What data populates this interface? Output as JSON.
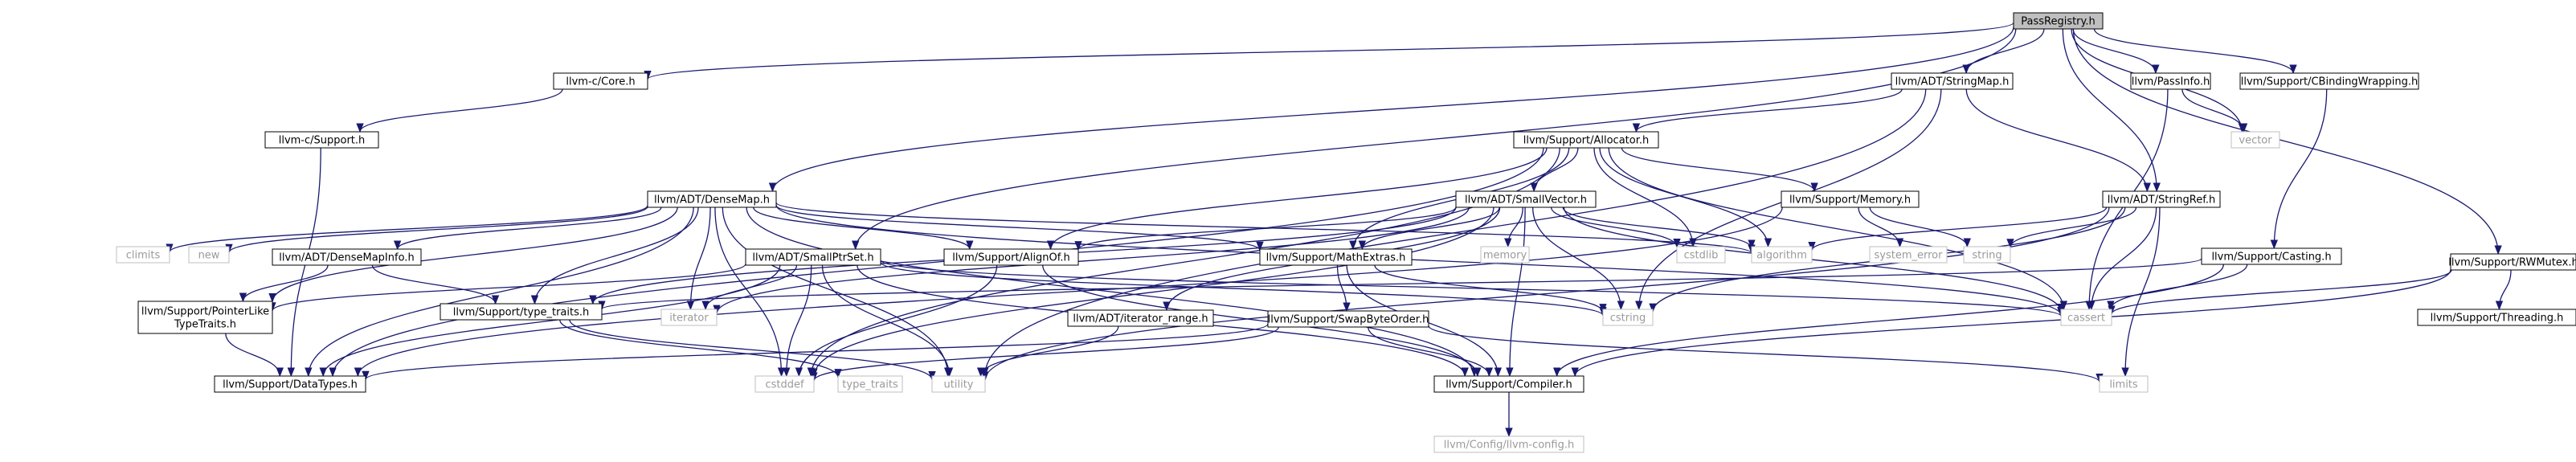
{
  "colors": {
    "edge": "#191970",
    "root_fill": "#bfbfbf",
    "box_border": "#000000",
    "sys_border": "#bfbfbf",
    "sys_text": "#9a9a9a"
  },
  "nodes": [
    {
      "id": "root",
      "label": "PassRegistry.h",
      "kind": "root"
    },
    {
      "id": "cCore",
      "label": "llvm-c/Core.h",
      "kind": "file"
    },
    {
      "id": "cSupport",
      "label": "llvm-c/Support.h",
      "kind": "file"
    },
    {
      "id": "denseMap",
      "label": "llvm/ADT/DenseMap.h",
      "kind": "file"
    },
    {
      "id": "stringMap",
      "label": "llvm/ADT/StringMap.h",
      "kind": "file"
    },
    {
      "id": "allocator",
      "label": "llvm/Support/Allocator.h",
      "kind": "file"
    },
    {
      "id": "passInfo",
      "label": "llvm/PassInfo.h",
      "kind": "file"
    },
    {
      "id": "cbinding",
      "label": "llvm/Support/CBindingWrapping.h",
      "kind": "file"
    },
    {
      "id": "vector",
      "label": "vector",
      "kind": "sys"
    },
    {
      "id": "smallVector",
      "label": "llvm/ADT/SmallVector.h",
      "kind": "file"
    },
    {
      "id": "memory",
      "label": "llvm/Support/Memory.h",
      "kind": "file"
    },
    {
      "id": "stringRef",
      "label": "llvm/ADT/StringRef.h",
      "kind": "file"
    },
    {
      "id": "rwMutex",
      "label": "llvm/Support/RWMutex.h",
      "kind": "file"
    },
    {
      "id": "climits",
      "label": "climits",
      "kind": "sys"
    },
    {
      "id": "new",
      "label": "new",
      "kind": "sys"
    },
    {
      "id": "denseMapInfo",
      "label": "llvm/ADT/DenseMapInfo.h",
      "kind": "file"
    },
    {
      "id": "smallPtrSet",
      "label": "llvm/ADT/SmallPtrSet.h",
      "kind": "file"
    },
    {
      "id": "alignOf",
      "label": "llvm/Support/AlignOf.h",
      "kind": "file"
    },
    {
      "id": "mathExtras",
      "label": "llvm/Support/MathExtras.h",
      "kind": "file"
    },
    {
      "id": "memoryHdr",
      "label": "memory",
      "kind": "sys"
    },
    {
      "id": "cstdlib",
      "label": "cstdlib",
      "kind": "sys"
    },
    {
      "id": "algorithm",
      "label": "algorithm",
      "kind": "sys"
    },
    {
      "id": "systemError",
      "label": "system_error",
      "kind": "sys"
    },
    {
      "id": "string",
      "label": "string",
      "kind": "sys"
    },
    {
      "id": "casting",
      "label": "llvm/Support/Casting.h",
      "kind": "file"
    },
    {
      "id": "pointerLike",
      "label": "llvm/Support/PointerLike\nTypeTraits.h",
      "kind": "file"
    },
    {
      "id": "typeTraitsH",
      "label": "llvm/Support/type_traits.h",
      "kind": "file"
    },
    {
      "id": "iterator",
      "label": "iterator",
      "kind": "sys"
    },
    {
      "id": "iteratorRange",
      "label": "llvm/ADT/iterator_range.h",
      "kind": "file"
    },
    {
      "id": "swapByteOrder",
      "label": "llvm/Support/SwapByteOrder.h",
      "kind": "file"
    },
    {
      "id": "cstring",
      "label": "cstring",
      "kind": "sys"
    },
    {
      "id": "cassert",
      "label": "cassert",
      "kind": "sys"
    },
    {
      "id": "threading",
      "label": "llvm/Support/Threading.h",
      "kind": "file"
    },
    {
      "id": "dataTypes",
      "label": "llvm/Support/DataTypes.h",
      "kind": "file"
    },
    {
      "id": "cstddef",
      "label": "cstddef",
      "kind": "sys"
    },
    {
      "id": "typeTraits",
      "label": "type_traits",
      "kind": "sys"
    },
    {
      "id": "utility",
      "label": "utility",
      "kind": "sys"
    },
    {
      "id": "compiler",
      "label": "llvm/Support/Compiler.h",
      "kind": "file"
    },
    {
      "id": "limits",
      "label": "limits",
      "kind": "sys"
    },
    {
      "id": "llvmConfig",
      "label": "llvm/Config/llvm-config.h",
      "kind": "sys"
    }
  ],
  "edges": [
    [
      "root",
      "cCore"
    ],
    [
      "root",
      "denseMap"
    ],
    [
      "root",
      "stringMap"
    ],
    [
      "root",
      "passInfo"
    ],
    [
      "root",
      "cbinding"
    ],
    [
      "root",
      "vector"
    ],
    [
      "root",
      "smallPtrSet"
    ],
    [
      "root",
      "stringRef"
    ],
    [
      "root",
      "rwMutex"
    ],
    [
      "cCore",
      "cSupport"
    ],
    [
      "cSupport",
      "dataTypes"
    ],
    [
      "stringMap",
      "allocator"
    ],
    [
      "stringMap",
      "stringRef"
    ],
    [
      "stringMap",
      "utility"
    ],
    [
      "stringMap",
      "cstring"
    ],
    [
      "passInfo",
      "vector"
    ],
    [
      "passInfo",
      "cassert"
    ],
    [
      "cbinding",
      "casting"
    ],
    [
      "allocator",
      "smallVector"
    ],
    [
      "allocator",
      "memory"
    ],
    [
      "allocator",
      "alignOf"
    ],
    [
      "allocator",
      "mathExtras"
    ],
    [
      "allocator",
      "algorithm"
    ],
    [
      "allocator",
      "cstdlib"
    ],
    [
      "allocator",
      "cassert"
    ],
    [
      "allocator",
      "cstddef"
    ],
    [
      "allocator",
      "dataTypes"
    ],
    [
      "memory",
      "dataTypes"
    ],
    [
      "memory",
      "systemError"
    ],
    [
      "memory",
      "string"
    ],
    [
      "stringRef",
      "algorithm"
    ],
    [
      "stringRef",
      "string"
    ],
    [
      "stringRef",
      "cassert"
    ],
    [
      "stringRef",
      "cstring"
    ],
    [
      "stringRef",
      "utility"
    ],
    [
      "stringRef",
      "limits"
    ],
    [
      "rwMutex",
      "compiler"
    ],
    [
      "rwMutex",
      "threading"
    ],
    [
      "rwMutex",
      "cassert"
    ],
    [
      "denseMap",
      "climits"
    ],
    [
      "denseMap",
      "new"
    ],
    [
      "denseMap",
      "denseMapInfo"
    ],
    [
      "denseMap",
      "alignOf"
    ],
    [
      "denseMap",
      "mathExtras"
    ],
    [
      "denseMap",
      "pointerLike"
    ],
    [
      "denseMap",
      "typeTraitsH"
    ],
    [
      "denseMap",
      "iterator"
    ],
    [
      "denseMap",
      "algorithm"
    ],
    [
      "denseMap",
      "cassert"
    ],
    [
      "denseMap",
      "cstddef"
    ],
    [
      "denseMap",
      "utility"
    ],
    [
      "denseMap",
      "dataTypes"
    ],
    [
      "denseMap",
      "compiler"
    ],
    [
      "denseMapInfo",
      "pointerLike"
    ],
    [
      "denseMapInfo",
      "typeTraitsH"
    ],
    [
      "smallVector",
      "alignOf"
    ],
    [
      "smallVector",
      "mathExtras"
    ],
    [
      "smallVector",
      "iteratorRange"
    ],
    [
      "smallVector",
      "typeTraitsH"
    ],
    [
      "smallVector",
      "memoryHdr"
    ],
    [
      "smallVector",
      "cstdlib"
    ],
    [
      "smallVector",
      "algorithm"
    ],
    [
      "smallVector",
      "iterator"
    ],
    [
      "smallVector",
      "cstring"
    ],
    [
      "smallVector",
      "cassert"
    ],
    [
      "smallVector",
      "cstddef"
    ],
    [
      "smallVector",
      "compiler"
    ],
    [
      "smallPtrSet",
      "pointerLike"
    ],
    [
      "smallPtrSet",
      "iterator"
    ],
    [
      "smallPtrSet",
      "cstddef"
    ],
    [
      "smallPtrSet",
      "utility"
    ],
    [
      "smallPtrSet",
      "compiler"
    ],
    [
      "smallPtrSet",
      "cstring"
    ],
    [
      "smallPtrSet",
      "cassert"
    ],
    [
      "smallPtrSet",
      "dataTypes"
    ],
    [
      "alignOf",
      "compiler"
    ],
    [
      "alignOf",
      "cstddef"
    ],
    [
      "mathExtras",
      "swapByteOrder"
    ],
    [
      "mathExtras",
      "compiler"
    ],
    [
      "mathExtras",
      "cstring"
    ],
    [
      "mathExtras",
      "type_traits_dummy"
    ],
    [
      "swapByteOrder",
      "compiler"
    ],
    [
      "swapByteOrder",
      "dataTypes"
    ],
    [
      "swapByteOrder",
      "cstddef"
    ],
    [
      "swapByteOrder",
      "limits"
    ],
    [
      "casting",
      "compiler"
    ],
    [
      "casting",
      "typeTraitsH"
    ],
    [
      "casting",
      "cassert"
    ],
    [
      "iteratorRange",
      "utility"
    ],
    [
      "typeTraitsH",
      "typeTraits"
    ],
    [
      "typeTraitsH",
      "utility"
    ],
    [
      "pointerLike",
      "dataTypes"
    ],
    [
      "compiler",
      "llvmConfig"
    ]
  ]
}
